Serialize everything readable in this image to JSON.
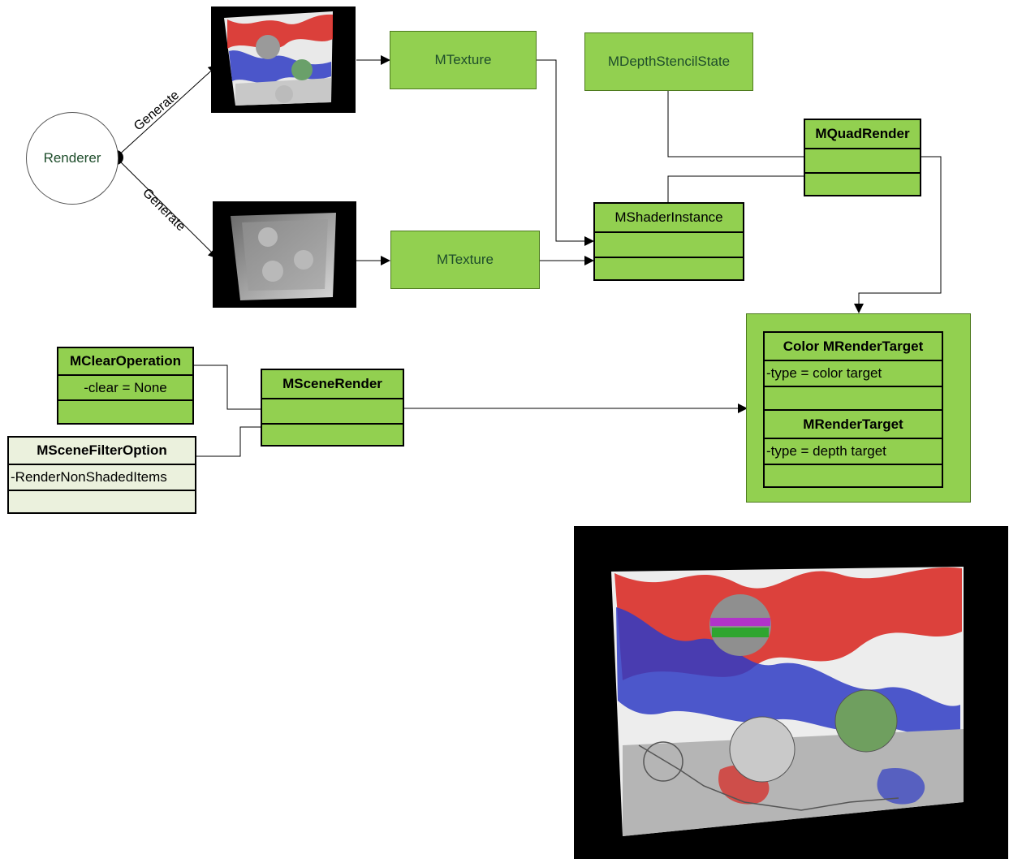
{
  "renderer": {
    "label": "Renderer"
  },
  "edges": {
    "generate_top": "Generate",
    "generate_bottom": "Generate"
  },
  "nodes": {
    "texture_top": "MTexture",
    "texture_bottom": "MTexture",
    "depth_stencil_state": "MDepthStencilState"
  },
  "quad_render": {
    "title": "MQuadRender"
  },
  "shader_instance": {
    "title": "MShaderInstance"
  },
  "clear_operation": {
    "title": "MClearOperation",
    "attribute": "-clear = None"
  },
  "scene_render": {
    "title": "MSceneRender"
  },
  "scene_filter_option": {
    "title": "MSceneFilterOption",
    "attribute": "-RenderNonShadedItems"
  },
  "color_render_target": {
    "title": "Color MRenderTarget",
    "attribute": "-type = color target"
  },
  "depth_render_target": {
    "title": "MRenderTarget",
    "attribute": "-type = depth target"
  },
  "colors": {
    "box_fill": "#92d050",
    "pale_fill": "#ebf1dd",
    "label_text": "#1e4d2b"
  },
  "images": {
    "color_render": "rendered color scene",
    "depth_render": "rendered depth scene",
    "final_render": "final composited scene"
  }
}
